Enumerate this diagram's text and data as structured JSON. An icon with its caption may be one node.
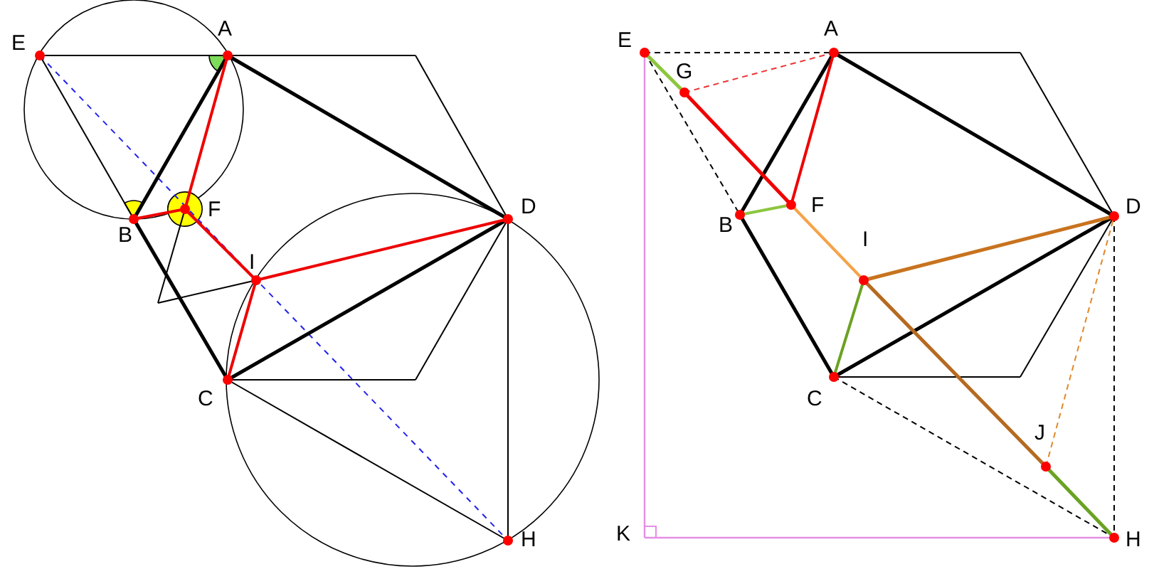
{
  "diagram": {
    "labels": [
      "E",
      "A",
      "B",
      "F",
      "D",
      "I",
      "C",
      "H",
      "E",
      "A",
      "G",
      "B",
      "F",
      "D",
      "I",
      "C",
      "J",
      "K",
      "H"
    ]
  }
}
